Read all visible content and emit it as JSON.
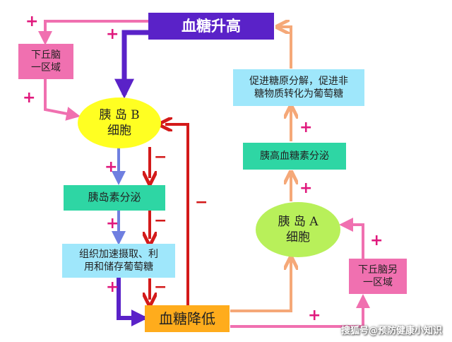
{
  "nodes": {
    "blood_sugar_high": "血糖升高",
    "hypothalamus_1": "下丘脑\n一区域",
    "islet_b_cell": "胰 岛 B\n细胞",
    "insulin_secretion": "胰岛素分泌",
    "tissue_uptake": "组织加速摄取、利\n用和储存葡萄糖",
    "blood_sugar_low": "血糖降低",
    "glycogen_breakdown": "促进糖原分解，促进非\n糖物质转化为葡萄糖",
    "glucagon_secretion": "胰高血糖素分泌",
    "islet_a_cell": "胰 岛 A\n细胞",
    "hypothalamus_2": "下丘脑另\n一区域"
  },
  "signs": {
    "plus": "+",
    "minus": "−"
  },
  "watermark": "搜狐号@预防健康小知识",
  "colors": {
    "purple": "#5a22c8",
    "pink": "#f070b0",
    "magenta": "#e0197d",
    "red": "#d31a1a",
    "peach": "#f5a878",
    "yellow": "#ffff22",
    "green_light": "#b8f05a",
    "teal": "#2ed6a4",
    "sky": "#9fe7fb",
    "orange": "#ffac1c"
  }
}
